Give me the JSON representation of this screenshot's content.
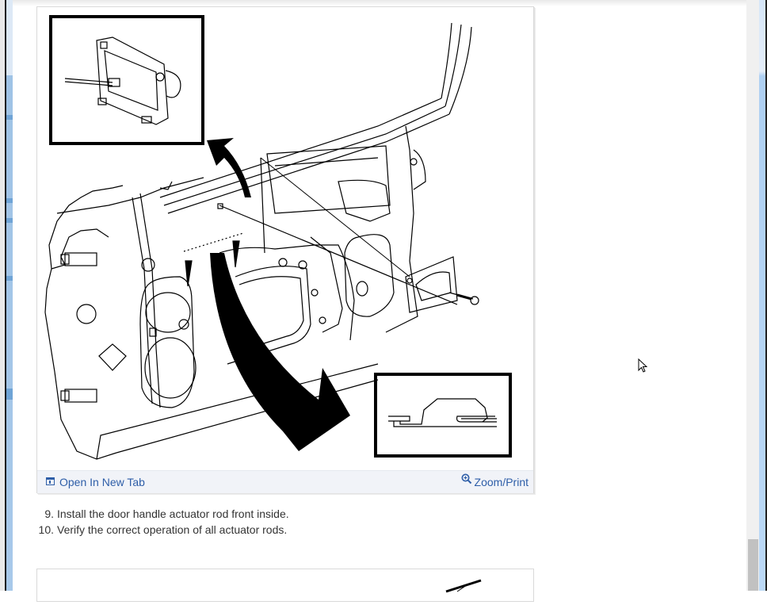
{
  "figure": {
    "alt": "Door handle actuator rod installation diagram",
    "open_in_new_tab_label": "Open In New Tab",
    "zoom_print_label": "Zoom/Print",
    "open_icon": "open-in-new-tab-icon",
    "zoom_icon": "magnifier-plus-icon"
  },
  "steps": [
    {
      "number": "9.",
      "text": "Install the door handle actuator rod front inside."
    },
    {
      "number": "10.",
      "text": "Verify the correct operation of all actuator rods."
    }
  ],
  "colors": {
    "link": "#2e5ea8",
    "caption_bar_bg": "#f1f3f8",
    "body_text": "#333333",
    "scrollbar_thumb": "#c1c1c1"
  }
}
